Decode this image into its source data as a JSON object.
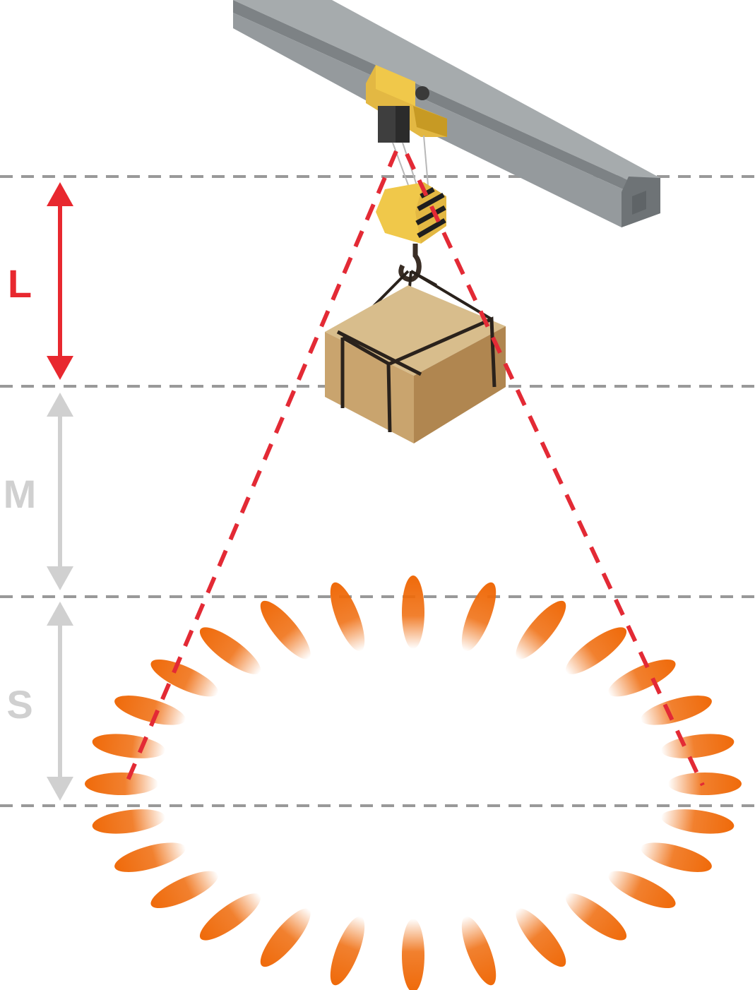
{
  "zones": [
    {
      "id": "L",
      "label": "L",
      "color": "#e8282f",
      "active": true
    },
    {
      "id": "M",
      "label": "M",
      "color": "#d0d0d0",
      "active": false
    },
    {
      "id": "S",
      "label": "S",
      "color": "#d0d0d0",
      "active": false
    }
  ],
  "colors": {
    "guide_line": "#999999",
    "beam_top": "#a6abad",
    "beam_side": "#7d8285",
    "beam_dark": "#5f6467",
    "trolley": "#e3b843",
    "trolley_dark": "#c79a24",
    "motor": "#444444",
    "hook_block": "#f0c84a",
    "box_top": "#d8bd8c",
    "box_front": "#c9a46e",
    "box_side": "#b08650",
    "strap": "#2a221c",
    "beam_cone": "#e32a35",
    "spot_ring": "#ef6a0a"
  },
  "icons": {
    "crane": "overhead-crane-icon",
    "hook": "crane-hook-icon",
    "load": "cargo-box-icon",
    "projection": "light-projection-cone",
    "spot": "warning-spot-ring"
  }
}
